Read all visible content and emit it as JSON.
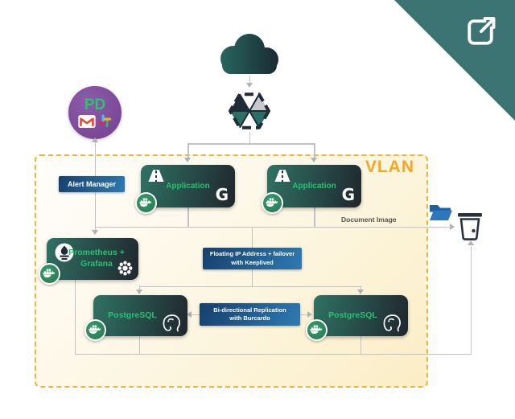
{
  "corner_badge": {
    "icon": "external-link-icon",
    "color": "#3c7373"
  },
  "cloud": {
    "icon": "cloud-icon"
  },
  "gateway": {
    "icon": "mesh-cube-icon"
  },
  "notifications": {
    "pagerduty_label": "PD",
    "icons": [
      "gmail-icon",
      "slack-icon"
    ],
    "circle_color": "#7c4a9e"
  },
  "vlan": {
    "label": "VLAN",
    "border_color": "#f3b43a",
    "label_color": "#f5a623"
  },
  "nodes": {
    "alert_manager": {
      "label": "Alert Manager"
    },
    "applications": [
      {
        "label": "Application",
        "runtime_glyph": "G"
      },
      {
        "label": "Application",
        "runtime_glyph": "G"
      }
    ],
    "monitoring": {
      "label": "Prometheus + Grafana"
    },
    "floating_ip": {
      "line1": "Floating IP Address + failover",
      "line2": "with Keeplived"
    },
    "databases": [
      {
        "label": "PostgreSQL"
      },
      {
        "label": "PostgreSQL"
      }
    ],
    "replication": {
      "line1": "Bi-directional Replication",
      "line2": "with Burcardo"
    }
  },
  "annotations": {
    "document_image": "Document Image"
  },
  "colors": {
    "node_gradient_start": "#2f7263",
    "node_gradient_end": "#20262e",
    "node_text_green": "#24c36e",
    "blue_box_start": "#16406d",
    "blue_box_end": "#2e7ab2",
    "docker_badge_green": "#2e8a5e",
    "connector_gray": "#bfc3c7",
    "corner_teal": "#3c7373",
    "folder_blue": "#2d78bd",
    "trash_dark": "#28323e"
  }
}
